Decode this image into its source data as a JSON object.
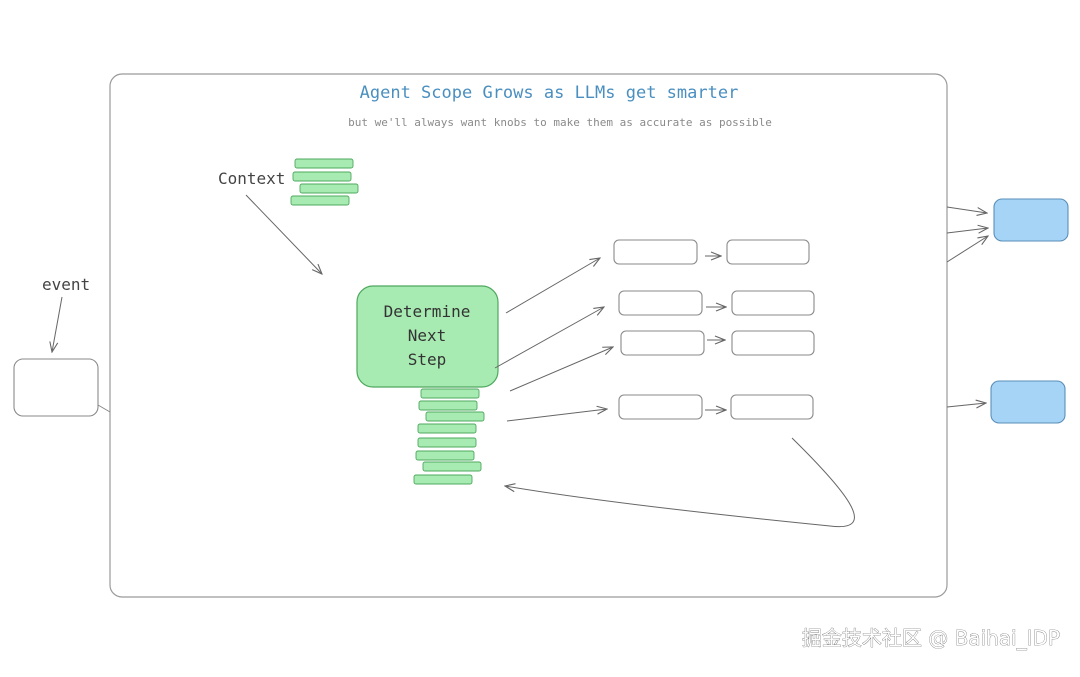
{
  "diagram": {
    "title": "Agent Scope Grows as LLMs get smarter",
    "subtitle": "but we'll always want knobs to make them as accurate as possible",
    "context_label": "Context",
    "event_label": "event",
    "core_node": {
      "lines": [
        "Determine",
        "Next",
        "Step"
      ]
    },
    "colors": {
      "title": "#4a8fc0",
      "subtitle": "#8a8a8a",
      "node_fill": "#a8ebb2",
      "node_stroke": "#4ea85f",
      "output_fill": "#a6d4f6",
      "output_stroke": "#5a8fb8",
      "frame_stroke": "#9a9a9a",
      "arrow": "#666666"
    }
  },
  "watermark": "掘金技术社区 @ Baihai_IDP"
}
